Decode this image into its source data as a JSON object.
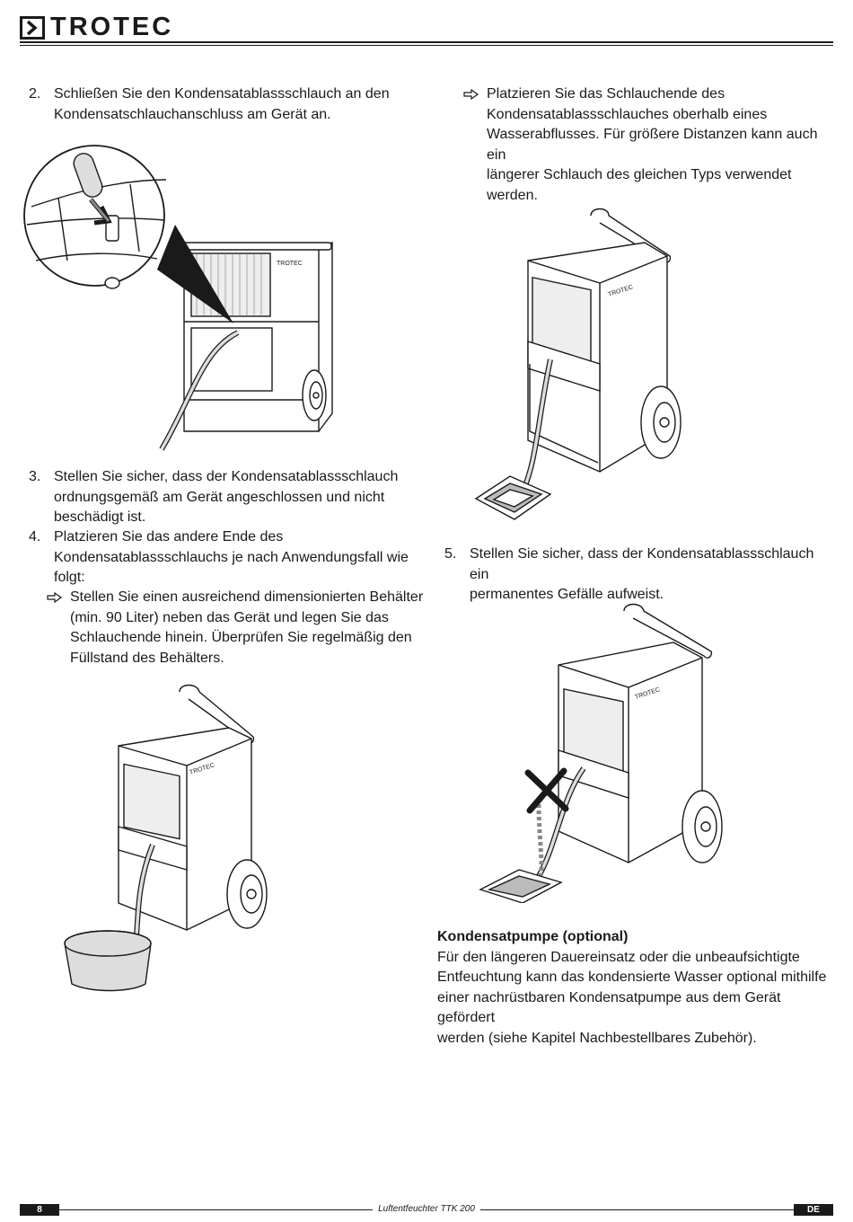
{
  "header": {
    "brand": "TROTEC"
  },
  "steps": {
    "s2": {
      "num": "2.",
      "lines": [
        "Schließen Sie den Kondensatablassschlauch an den",
        "Kondensatschlauchanschluss am Gerät an."
      ]
    },
    "s3": {
      "num": "3.",
      "lines": [
        "Stellen Sie sicher, dass der Kondensatablassschlauch",
        "ordnungsgemäß am Gerät angeschlossen und nicht",
        "beschädigt ist."
      ]
    },
    "s4": {
      "num": "4.",
      "lines": [
        "Platzieren Sie das andere Ende des",
        "Kondensatablassschlauchs je nach Anwendungsfall wie",
        "folgt:"
      ]
    },
    "s4a": {
      "lines": [
        "Stellen Sie einen ausreichend dimensionierten Behälter",
        "(min. 90 Liter) neben das Gerät und legen Sie das",
        "Schlauchende hinein. Überprüfen Sie regelmäßig den",
        "Füllstand des Behälters."
      ]
    },
    "s4b": {
      "lines": [
        "Platzieren Sie das Schlauchende des",
        "Kondensatablassschlauches oberhalb eines",
        "Wasserabflusses. Für größere Distanzen kann auch ein",
        "längerer Schlauch des gleichen Typs verwendet",
        "werden."
      ]
    },
    "s5": {
      "num": "5.",
      "lines": [
        "Stellen Sie sicher, dass der Kondensatablassschlauch ein",
        "permanentes Gefälle aufweist."
      ]
    }
  },
  "pump": {
    "heading": "Kondensatpumpe (optional)",
    "lines": [
      "Für den längeren Dauereinsatz oder die unbeaufsichtigte",
      "Entfeuchtung kann das kondensierte Wasser optional mithilfe",
      "einer nachrüstbaren Kondensatpumpe aus dem Gerät gefördert",
      "werden (siehe Kapitel Nachbestellbares Zubehör)."
    ]
  },
  "device_label": "TROTEC",
  "icons": {
    "bullet": "hollow-arrow-right-icon",
    "logo": "chevron-box-icon"
  },
  "footer": {
    "page": "8",
    "doc_title": "Luftentfeuchter TTK 200",
    "lang": "DE"
  }
}
